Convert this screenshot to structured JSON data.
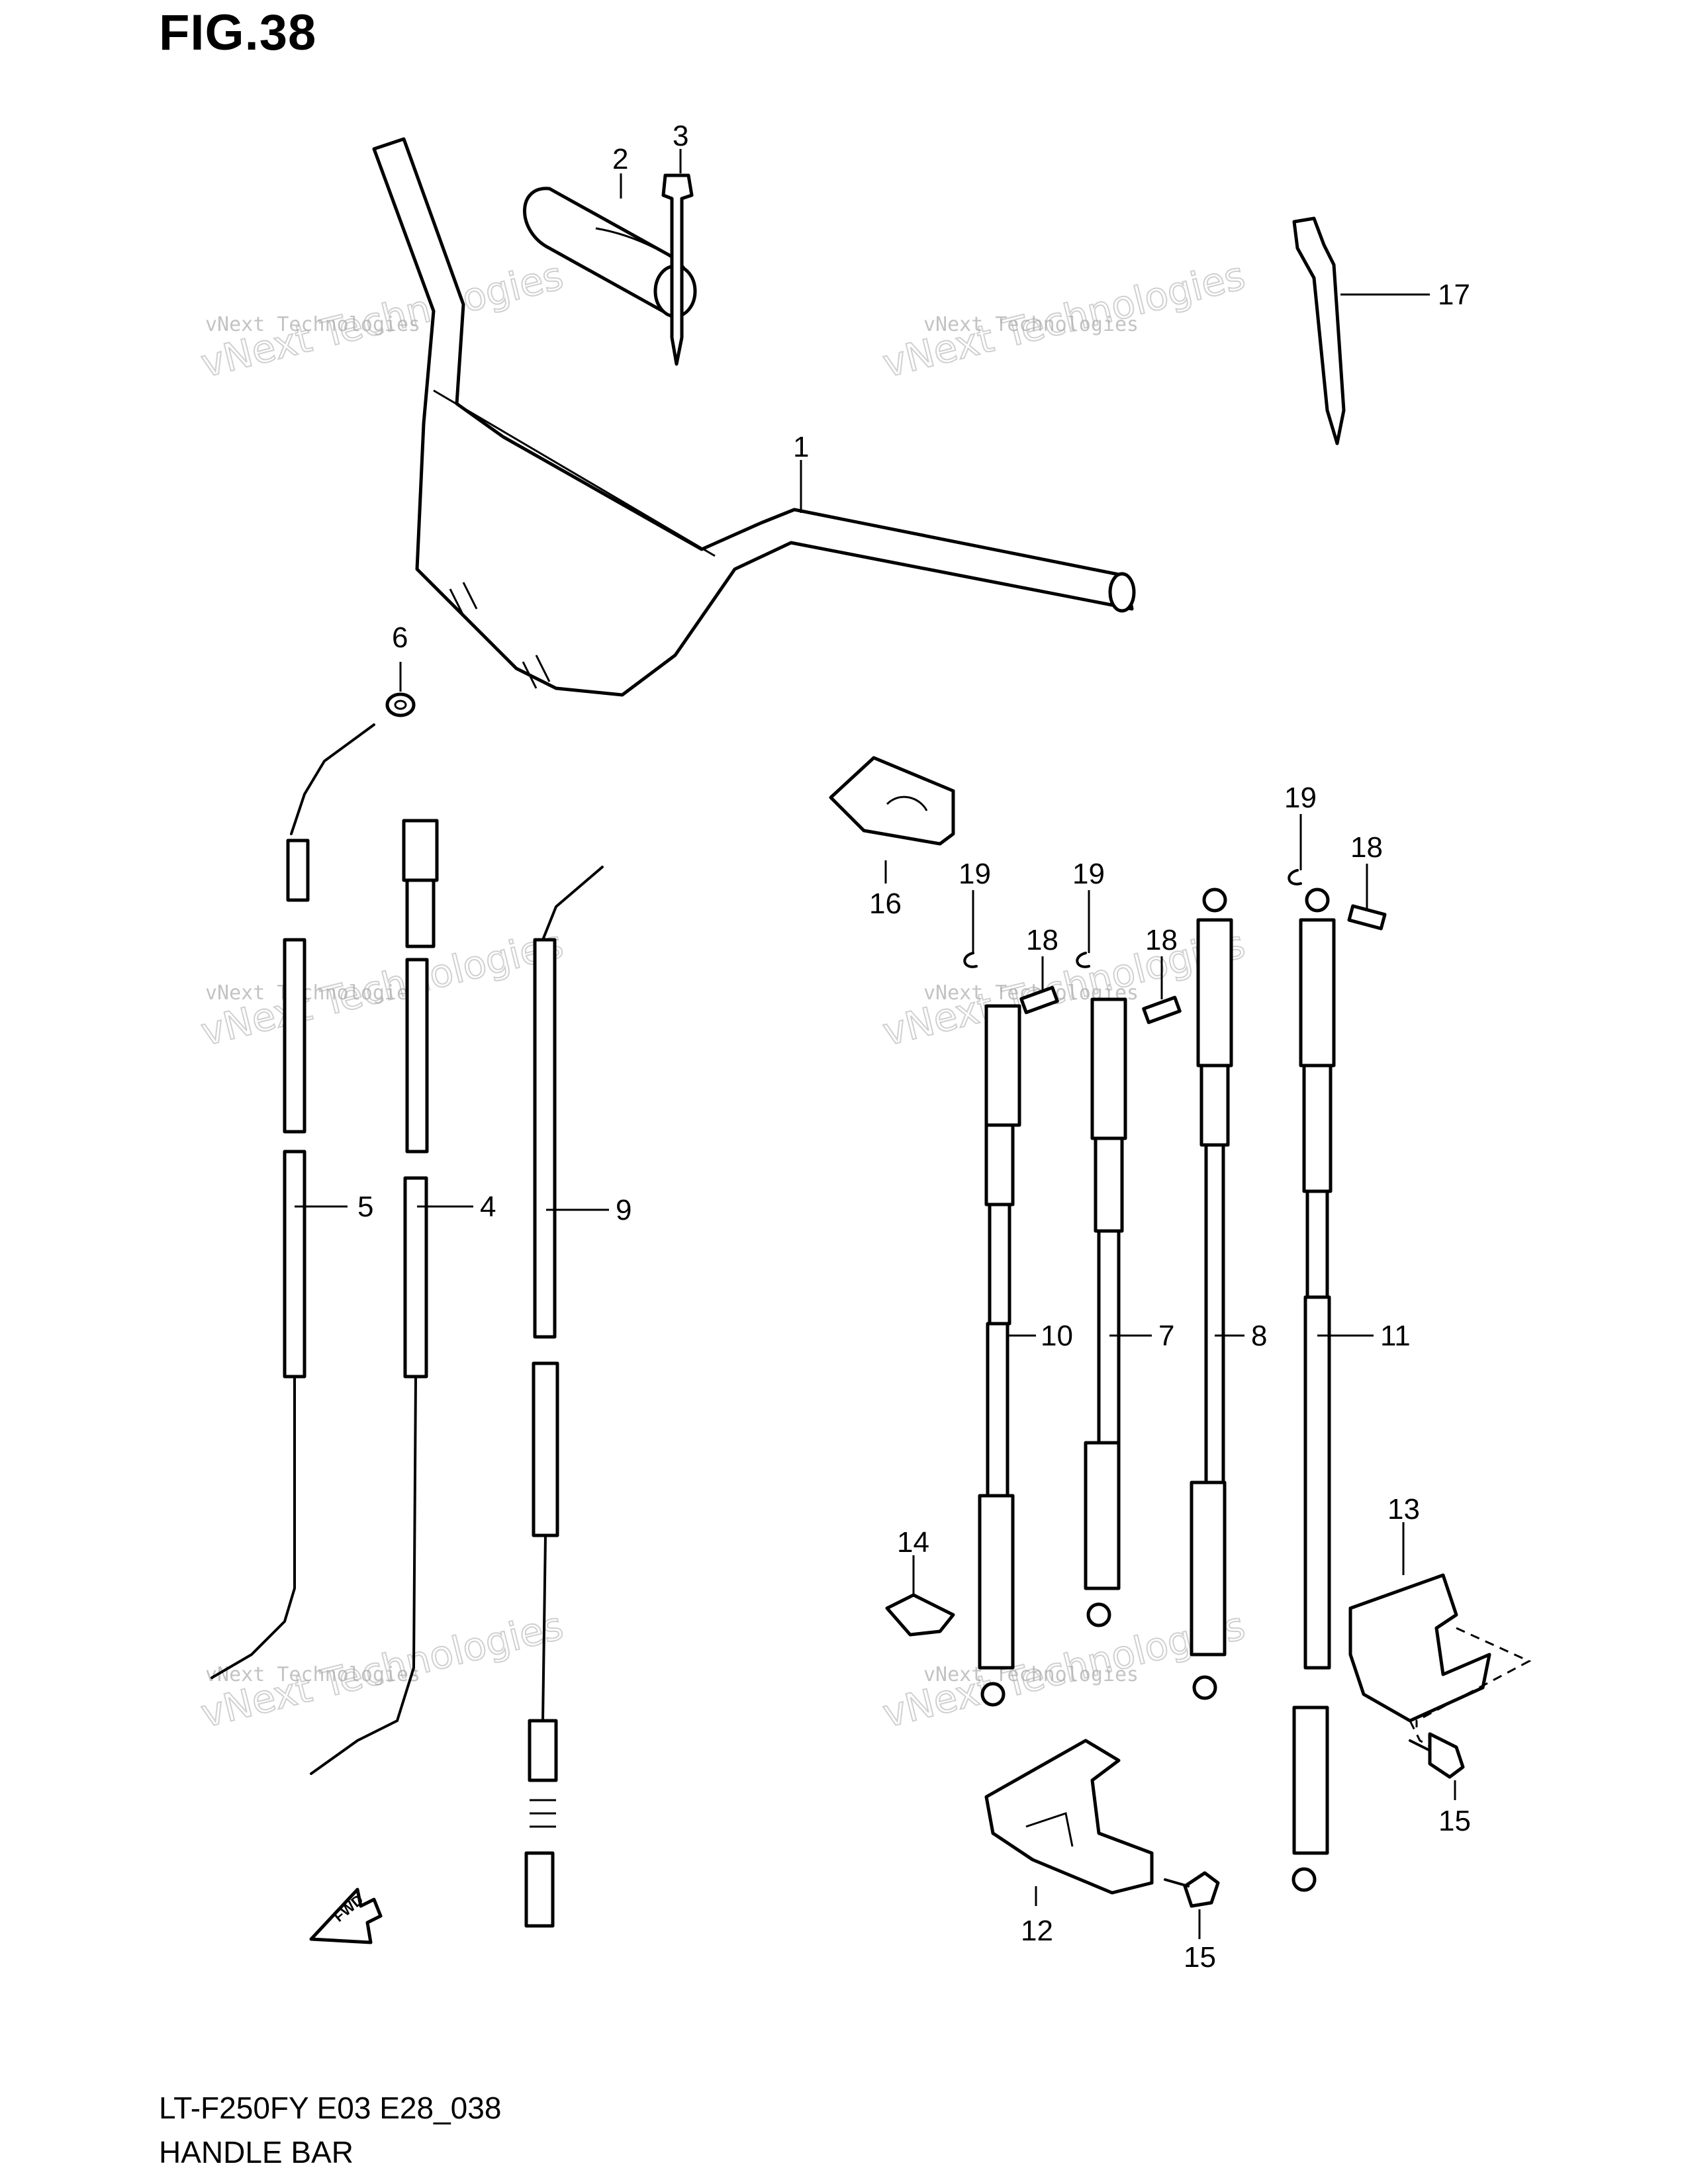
{
  "figure": {
    "title": "FIG.38",
    "model_code": "LT-F250FY E03 E28_038",
    "caption": "HANDLE BAR"
  },
  "watermark": {
    "line_small": "vNext Technologies",
    "line_large": "vNext Technologies"
  },
  "fwd_label": "FWD",
  "callouts": [
    "1",
    "2",
    "3",
    "4",
    "5",
    "6",
    "7",
    "8",
    "9",
    "10",
    "11",
    "12",
    "13",
    "14",
    "15",
    "15",
    "16",
    "17",
    "18",
    "18",
    "18",
    "19",
    "19",
    "19"
  ]
}
